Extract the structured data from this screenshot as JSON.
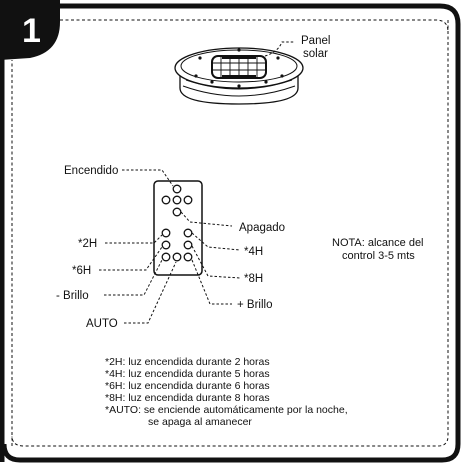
{
  "step_number": "1",
  "labels": {
    "panel_solar_line1": "Panel",
    "panel_solar_line2": "solar",
    "encendido": "Encendido",
    "apagado": "Apagado",
    "h2": "*2H",
    "h4": "*4H",
    "h6": "*6H",
    "h8": "*8H",
    "brillo_minus": "- Brillo",
    "brillo_plus": "+ Brillo",
    "auto": "AUTO"
  },
  "note": {
    "line1": "NOTA: alcance del",
    "line2": "control 3-5 mts"
  },
  "footnotes": [
    "*2H: luz encendida durante 2 horas",
    "*4H: luz encendida durante 5 horas",
    "*6H: luz encendida durante 6 horas",
    "*8H: luz encendida durante 8 horas",
    "*AUTO: se enciende automáticamente por la noche,",
    "se apaga al amanecer"
  ],
  "colors": {
    "border": "#111111",
    "background": "#ffffff"
  }
}
